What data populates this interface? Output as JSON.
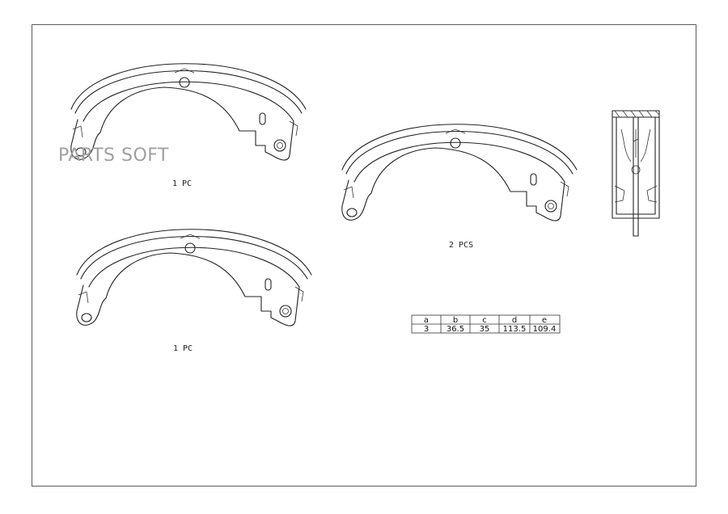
{
  "watermark": "PARTS SOFT",
  "labels": {
    "shoe_top": "1 PC",
    "shoe_middle": "2 PCS",
    "shoe_bottom": "1 PC"
  },
  "dimension_table": {
    "headers": [
      "a",
      "b",
      "c",
      "d",
      "e"
    ],
    "values": [
      "3",
      "36.5",
      "35",
      "113.5",
      "109.4"
    ]
  }
}
